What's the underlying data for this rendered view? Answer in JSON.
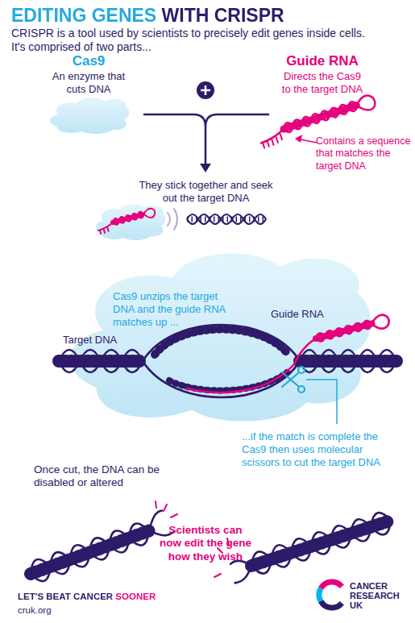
{
  "diagram": {
    "title": "EDITING GENES WITH CRISPR",
    "nodes": [
      {
        "text": [
          "Cas9",
          "An enzyme that cuts DNA"
        ]
      },
      {
        "text": [
          "Cas9 unzips the target DNA and the guide RNA matches up ..."
        ]
      }
    ],
    "labels": [
      "CRISPR is a tool used by scientists to precisely edit genes inside cells. It's comprised of two parts...",
      "Guide RNA",
      "Directs the Cas9 to the target DNA",
      "Contains a sequence that matches the target DNA",
      "They stick together and seek out the target DNA",
      "Guide RNA",
      "Target DNA",
      "...if the match is complete the Cas9 then uses molecular scissors to cut the target DNA",
      "Once cut, the DNA can be disabled or altered",
      "Scientists can now edit the gene how they wish",
      "LET'S BEAT CANCER SOONER",
      "cruk.org",
      "CANCER RESEARCH UK"
    ]
  }
}
